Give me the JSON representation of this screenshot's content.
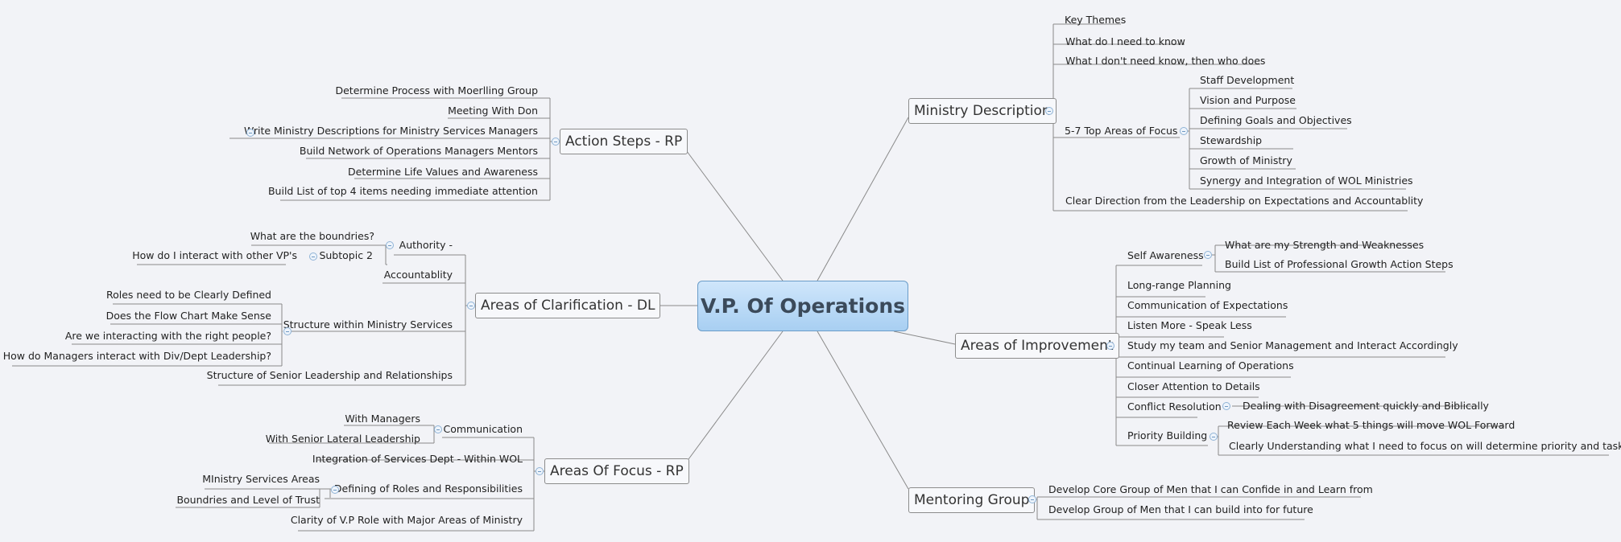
{
  "center": "V.P. Of Operations",
  "branches": {
    "ministry": {
      "title": "Ministry Description",
      "items": [
        "Key Themes",
        "What do I need to know",
        "What I don't need know, then who does",
        "5-7 Top Areas of Focus",
        "Clear Direction from the Leadership on Expectations and Accountablity"
      ],
      "focus": [
        "Staff Development",
        "Vision and Purpose",
        "Defining Goals and Objectives",
        "Stewardship",
        "Growth of Ministry",
        "Synergy and Integration of WOL Ministries"
      ]
    },
    "improvement": {
      "title": "Areas of Improvement",
      "items": [
        "Self Awareness",
        "Long-range Planning",
        "Communication of Expectations",
        "Listen More - Speak Less",
        "Study my team and Senior Management and Interact Accordingly",
        "Continual Learning of Operations",
        "Closer Attention to Details",
        "Conflict Resolution",
        "Priority Building"
      ],
      "self_awareness": [
        "What are my Strength and Weaknesses",
        "Build List of Professional Growth Action Steps"
      ],
      "conflict": [
        "Dealing with Disagreement quickly and Biblically"
      ],
      "priority": [
        "Review Each Week what 5 things will move WOL Forward",
        "Clearly Understanding what I need to focus on will determine priority and tasks"
      ]
    },
    "mentoring": {
      "title": "Mentoring Group",
      "items": [
        "Develop Core Group of Men that I can Confide in and Learn from",
        "Develop Group of Men that I can build into for future"
      ]
    },
    "action": {
      "title": "Action Steps - RP",
      "items": [
        "Determine Process with Moerlling Group",
        "Meeting With Don",
        "Write Ministry Descriptions for Ministry Services Managers",
        "Build Network of Operations Managers Mentors",
        "Determine Life Values and Awareness",
        "Build List of top 4 items needing immediate attention"
      ]
    },
    "clarification": {
      "title": "Areas of Clarification - DL",
      "items": [
        "Authority -",
        "Accountablity",
        "Structure within Ministry Services",
        "Structure of Senior Leadership and Relationships"
      ],
      "authority": [
        "What are the boundries?",
        "Subtopic 2"
      ],
      "subtopic2": [
        "How do I interact with other VP's"
      ],
      "structure": [
        "Roles need to be Clearly Defined",
        "Does the Flow Chart Make Sense",
        "Are we interacting with the right people?",
        "How do Managers interact with Div/Dept Leadership?"
      ]
    },
    "focus": {
      "title": "Areas Of Focus - RP",
      "items": [
        "Communication",
        "Integration of Services Dept - Within WOL",
        "Defining of Roles and Responsibilities",
        "Clarity of V.P Role with Major Areas of Ministry"
      ],
      "communication": [
        "With Managers",
        "With Senior Lateral Leadership"
      ],
      "roles": [
        "MInistry Services Areas",
        "Boundries and Level of Trust"
      ]
    }
  }
}
